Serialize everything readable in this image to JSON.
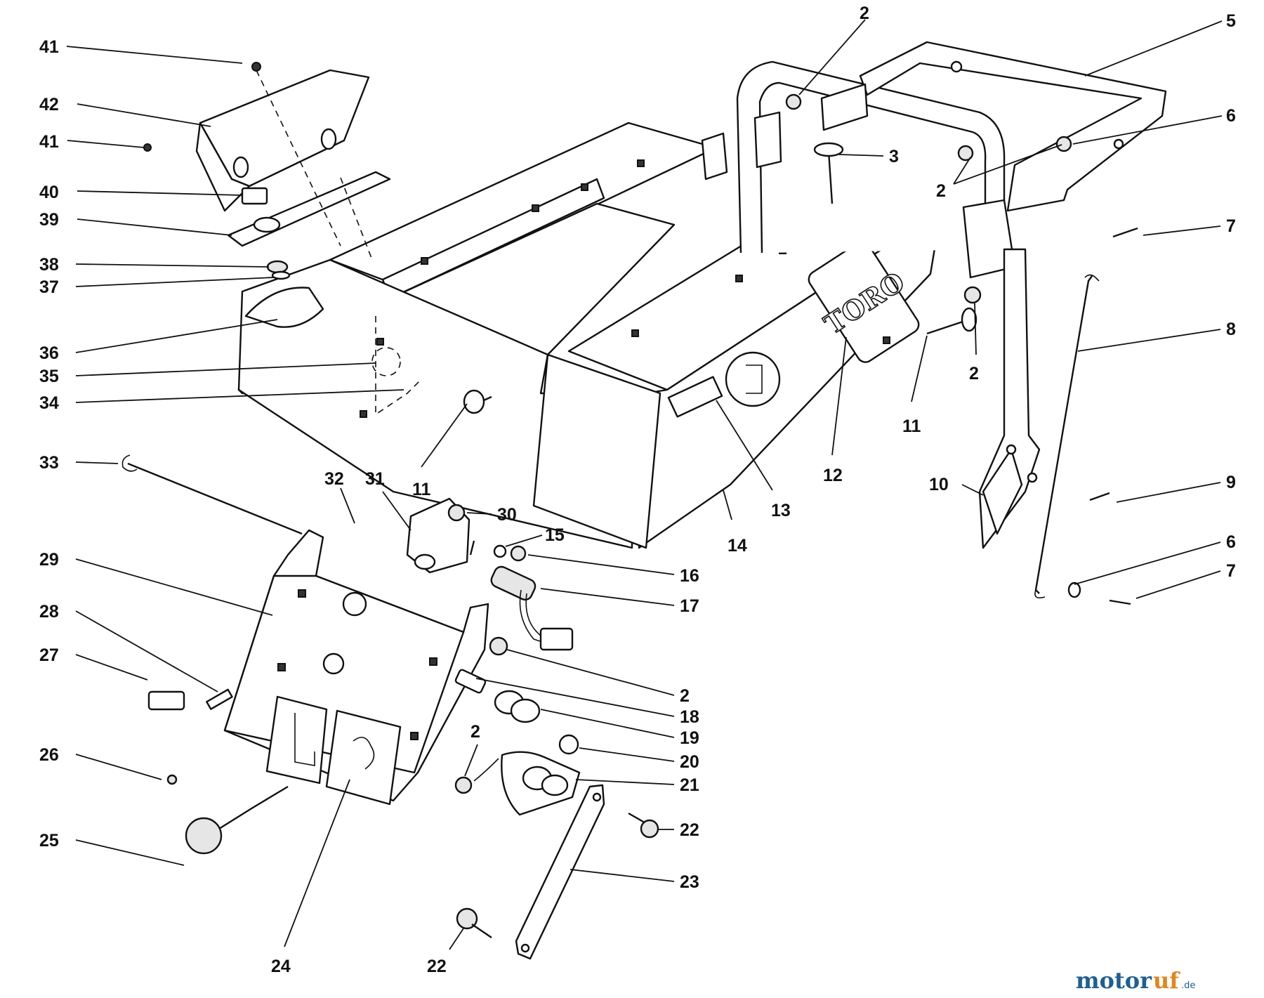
{
  "brand_label": "TORO",
  "watermark": {
    "part1": "motor",
    "part2": "uf",
    "suffix": ".de"
  },
  "callouts": [
    {
      "label": "41"
    },
    {
      "label": "42"
    },
    {
      "label": "41"
    },
    {
      "label": "40"
    },
    {
      "label": "39"
    },
    {
      "label": "38"
    },
    {
      "label": "37"
    },
    {
      "label": "36"
    },
    {
      "label": "35"
    },
    {
      "label": "34"
    },
    {
      "label": "33"
    },
    {
      "label": "29"
    },
    {
      "label": "28"
    },
    {
      "label": "27"
    },
    {
      "label": "26"
    },
    {
      "label": "25"
    },
    {
      "label": "24"
    },
    {
      "label": "32"
    },
    {
      "label": "31"
    },
    {
      "label": "30"
    },
    {
      "label": "15"
    },
    {
      "label": "16"
    },
    {
      "label": "17"
    },
    {
      "label": "2"
    },
    {
      "label": "18"
    },
    {
      "label": "19"
    },
    {
      "label": "20"
    },
    {
      "label": "21"
    },
    {
      "label": "22"
    },
    {
      "label": "23"
    },
    {
      "label": "22"
    },
    {
      "label": "2"
    },
    {
      "label": "11"
    },
    {
      "label": "14"
    },
    {
      "label": "13"
    },
    {
      "label": "12"
    },
    {
      "label": "11"
    },
    {
      "label": "2"
    },
    {
      "label": "3"
    },
    {
      "label": "2"
    },
    {
      "label": "2"
    },
    {
      "label": "5"
    },
    {
      "label": "6"
    },
    {
      "label": "7"
    },
    {
      "label": "8"
    },
    {
      "label": "10"
    },
    {
      "label": "9"
    },
    {
      "label": "6"
    },
    {
      "label": "7"
    }
  ]
}
